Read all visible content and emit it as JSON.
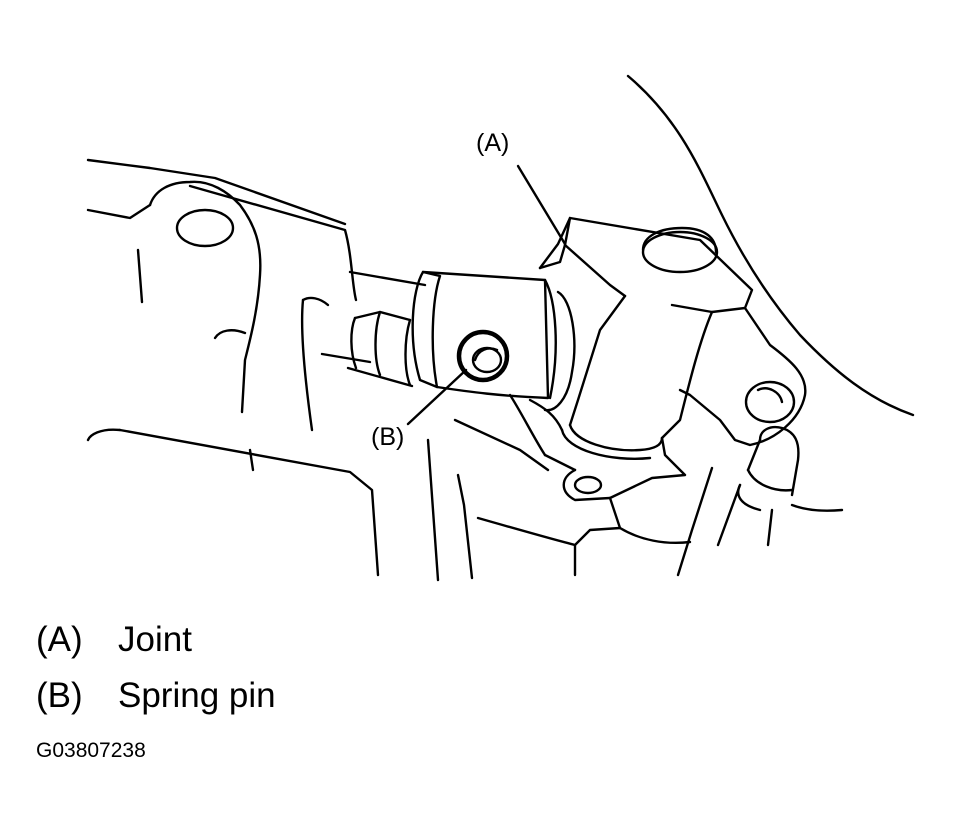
{
  "callouts": {
    "a": "(A)",
    "b": "(B)"
  },
  "legend": [
    {
      "key": "(A)",
      "label": "Joint"
    },
    {
      "key": "(B)",
      "label": "Spring pin"
    }
  ],
  "figure_code": "G03807238"
}
